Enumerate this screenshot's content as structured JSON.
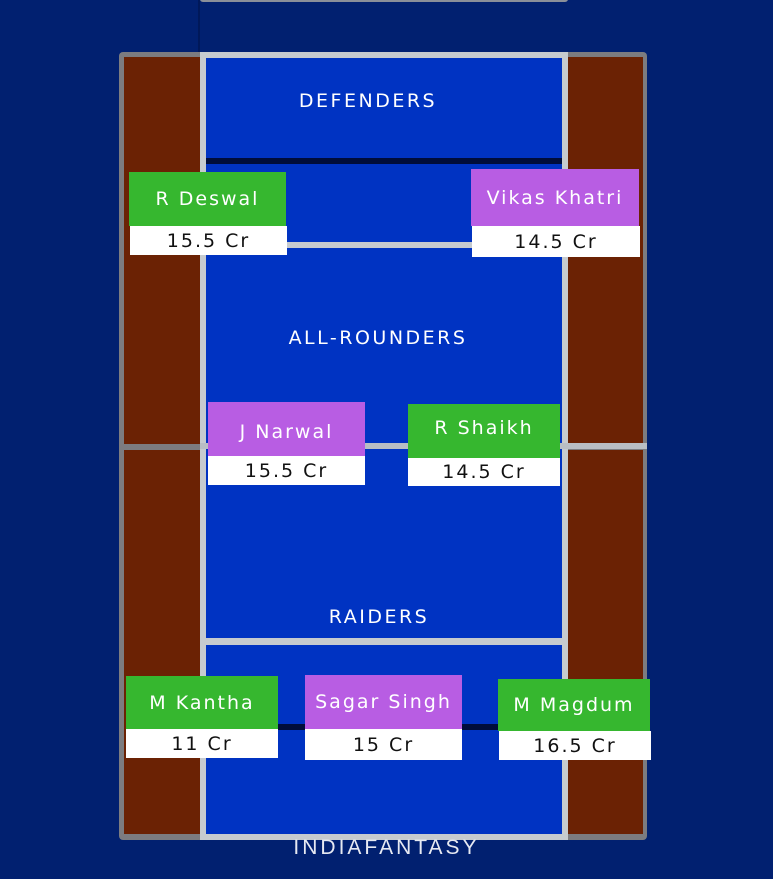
{
  "colors": {
    "background": "#012070",
    "court": "#0033c2",
    "lobby": "#6b2204",
    "lines": "#c6cbcf",
    "defender_card": "#36b72f",
    "allrounder_card": "#b85de3",
    "price_bg": "#ffffff"
  },
  "sections": {
    "defenders": "DEFENDERS",
    "allrounders": "ALL-ROUNDERS",
    "raiders": "RAIDERS"
  },
  "players": {
    "defenders": [
      {
        "name": "R Deswal",
        "price": "15.5 Cr",
        "color": "green"
      },
      {
        "name": "Vikas Khatri",
        "price": "14.5 Cr",
        "color": "purple"
      }
    ],
    "allrounders": [
      {
        "name": "J Narwal",
        "price": "15.5 Cr",
        "color": "purple"
      },
      {
        "name": "R Shaikh",
        "price": "14.5 Cr",
        "color": "green"
      }
    ],
    "raiders": [
      {
        "name": "M Kantha",
        "price": "11 Cr",
        "color": "green"
      },
      {
        "name": "Sagar Singh",
        "price": "15 Cr",
        "color": "purple"
      },
      {
        "name": "M Magdum",
        "price": "16.5 Cr",
        "color": "green"
      }
    ]
  },
  "brand": "INDIAFANTASY"
}
